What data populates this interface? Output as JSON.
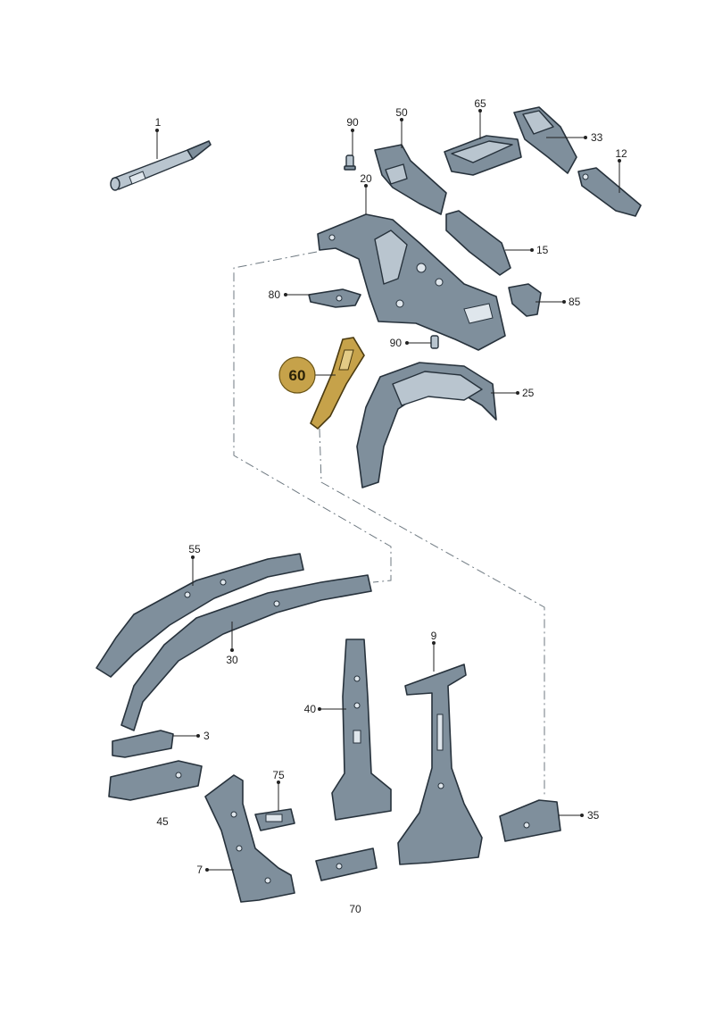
{
  "diagram": {
    "highlight_color": "#c6a24a",
    "part_color": "#7f8f9c",
    "highlighted_label": "60",
    "labels": {
      "p1": "1",
      "p90a": "90",
      "p50": "50",
      "p65": "65",
      "p33": "33",
      "p12": "12",
      "p20": "20",
      "p15": "15",
      "p80": "80",
      "p85": "85",
      "p90b": "90",
      "p25": "25",
      "p55": "55",
      "p30": "30",
      "p9": "9",
      "p40": "40",
      "p3": "3",
      "p75": "75",
      "p45": "45",
      "p35": "35",
      "p7": "7",
      "p70": "70"
    }
  }
}
